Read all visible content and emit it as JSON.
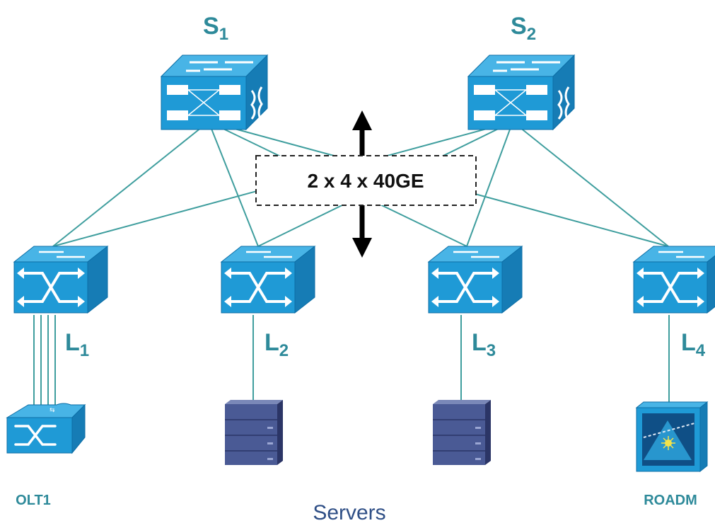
{
  "nodes": {
    "spine1": {
      "label": "S",
      "sub": "1"
    },
    "spine2": {
      "label": "S",
      "sub": "2"
    },
    "leaf1": {
      "label": "L",
      "sub": "1"
    },
    "leaf2": {
      "label": "L",
      "sub": "2"
    },
    "leaf3": {
      "label": "L",
      "sub": "3"
    },
    "leaf4": {
      "label": "L",
      "sub": "4"
    },
    "olt": {
      "label": "OLT1"
    },
    "servers": {
      "label": "Servers"
    },
    "roadm": {
      "label": "ROADM"
    }
  },
  "link_label": "2 x 4 x 40GE",
  "colors": {
    "device_front": "#1f9ad6",
    "device_top": "#48b4e6",
    "device_side": "#167cb5",
    "link": "#3f9e9e",
    "label_teal": "#2e8a9a",
    "label_navy": "#2f4f86",
    "server": "#4a5a95"
  }
}
